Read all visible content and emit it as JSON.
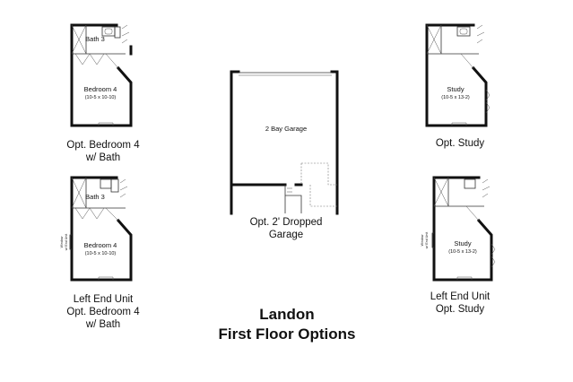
{
  "plans": {
    "bedroom_bath": {
      "bath": "Bath 3",
      "room": "Bedroom 4",
      "dims": "(10-5 x 10-10)",
      "caption": [
        "Opt. Bedroom 4",
        "w/ Bath"
      ]
    },
    "garage": {
      "room": "2 Bay Garage",
      "caption": [
        "Opt. 2' Dropped",
        "Garage"
      ]
    },
    "study": {
      "room": "Study",
      "dims": "(10-5 x 13-2)",
      "caption": [
        "Opt. Study"
      ]
    },
    "end_bedroom_bath": {
      "bath": "Bath 3",
      "room": "Bedroom 4",
      "dims": "(10-5 x 10-10)",
      "window_note": [
        "Window",
        "w/ End Unit"
      ],
      "caption": [
        "Left End Unit",
        "Opt. Bedroom 4",
        "w/ Bath"
      ]
    },
    "end_study": {
      "room": "Study",
      "dims": "(10-5 x 13-2)",
      "window_note": [
        "Window",
        "w/ End Unit"
      ],
      "caption": [
        "Left End Unit",
        "Opt. Study"
      ]
    }
  },
  "title": [
    "Landon",
    "First Floor Options"
  ]
}
